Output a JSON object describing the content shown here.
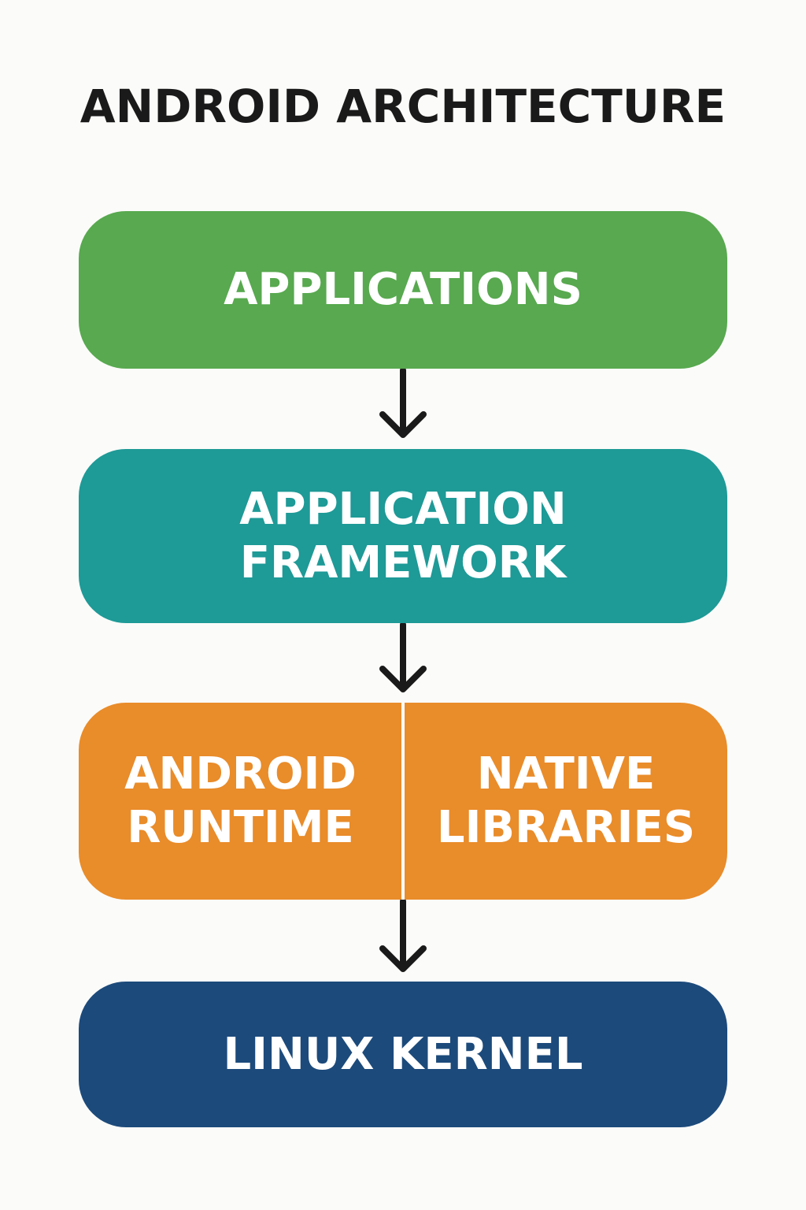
{
  "title": "ANDROID ARCHITECTURE",
  "colors": {
    "background": "#fbfbf9",
    "applications": "#58a94f",
    "framework": "#1e9a97",
    "runtime_libraries": "#e98c2a",
    "kernel": "#1c4a7b",
    "arrow": "#1a1a1a",
    "text": "#ffffff"
  },
  "layers": {
    "applications": {
      "line1": "APPLICATIONS"
    },
    "framework": {
      "line1": "APPLICATION",
      "line2": "FRAMEWORK"
    },
    "runtime": {
      "line1": "ANDROID",
      "line2": "RUNTIME"
    },
    "native_libraries": {
      "line1": "NATIVE",
      "line2": "LIBRARIES"
    },
    "kernel": {
      "line1": "LINUX KERNEL"
    }
  },
  "connectors": [
    {
      "from": "applications",
      "to": "framework",
      "icon": "arrow-down-icon"
    },
    {
      "from": "framework",
      "to": "runtime-libraries",
      "icon": "arrow-down-icon"
    },
    {
      "from": "runtime-libraries",
      "to": "kernel",
      "icon": "arrow-down-icon"
    }
  ]
}
